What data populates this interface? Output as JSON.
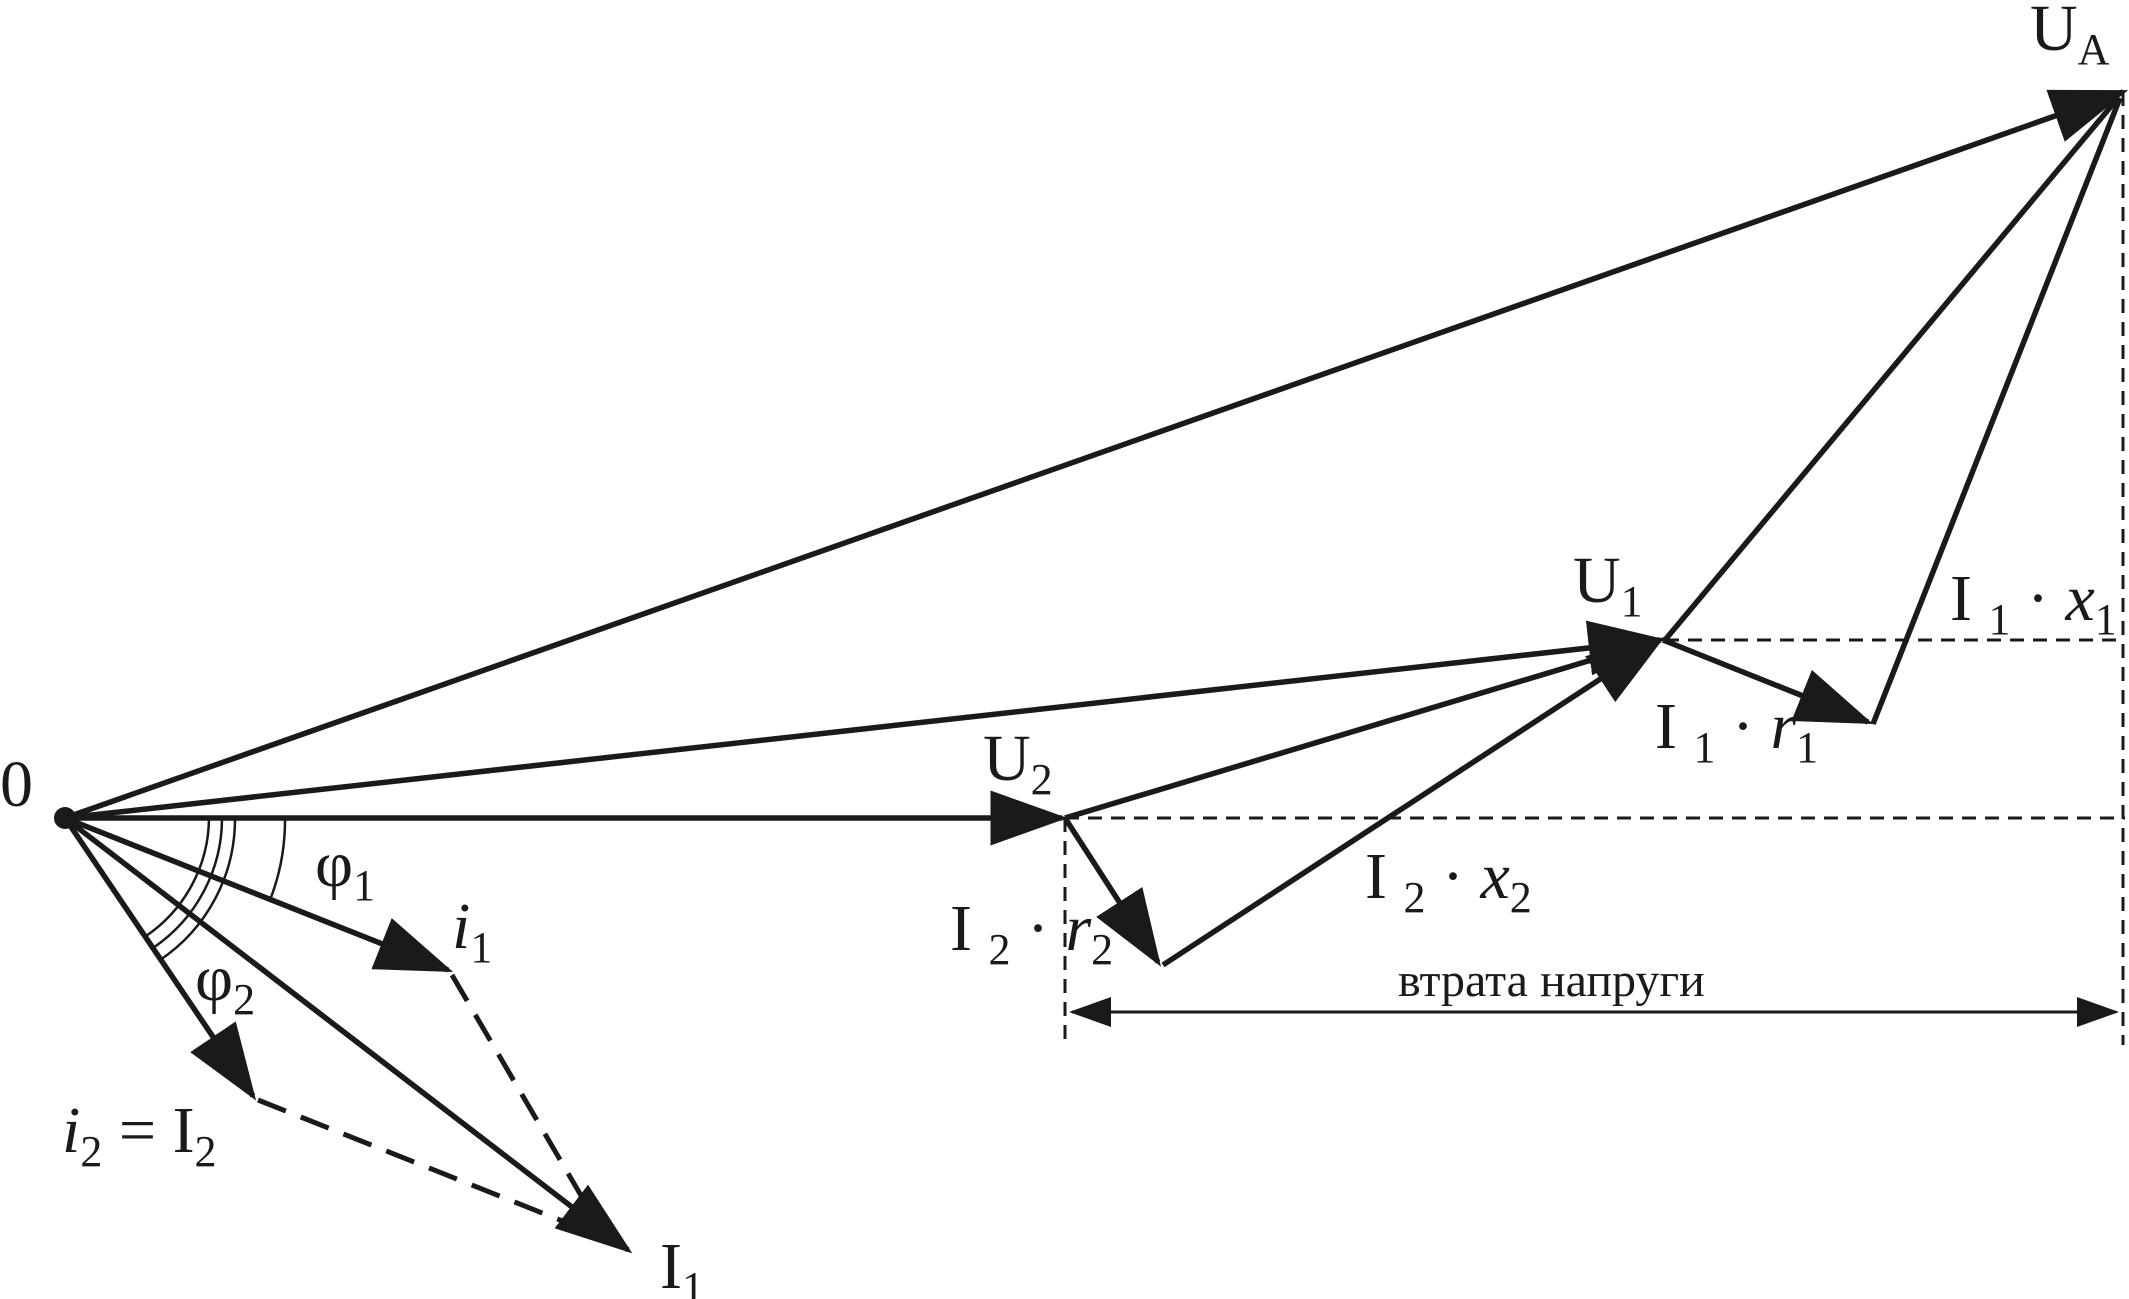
{
  "labels": {
    "origin": "0",
    "U_A": {
      "main": "U",
      "sub": "A"
    },
    "U_1": {
      "main": "U",
      "sub": "1"
    },
    "U_2": {
      "main": "U",
      "sub": "2"
    },
    "I1x1": {
      "pre": "I ",
      "sub1": "1",
      "mid": " · ",
      "var": "x",
      "sub2": "1"
    },
    "I1r1": {
      "pre": "I ",
      "sub1": "1",
      "mid": " · ",
      "var": "r",
      "sub2": "1"
    },
    "I2x2": {
      "pre": "I ",
      "sub1": "2",
      "mid": " · ",
      "var": "x",
      "sub2": "2"
    },
    "I2r2": {
      "pre": "I ",
      "sub1": "2",
      "mid": " · ",
      "var": "r",
      "sub2": "2"
    },
    "phi1": {
      "main": "φ",
      "sub": "1"
    },
    "phi2": {
      "main": "φ",
      "sub": "2"
    },
    "i1": {
      "main": "i",
      "sub": "1"
    },
    "i2eqI2": {
      "var": "i",
      "sub1": "2",
      "eq": " = I",
      "sub2": "2"
    },
    "I_1": {
      "main": "I",
      "sub": "1"
    },
    "voltage_drop": "втрата напруги"
  }
}
